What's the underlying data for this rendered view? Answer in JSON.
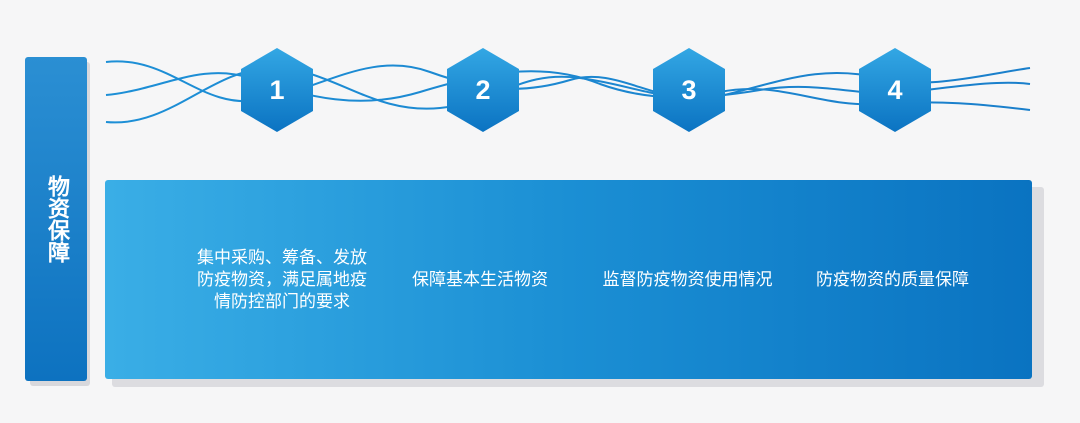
{
  "side_title": "物资保障",
  "steps": [
    {
      "number": "1",
      "text": "集中采购、筹备、发放防疫物资，满足属地疫情防控部门的要求"
    },
    {
      "number": "2",
      "text": "保障基本生活物资"
    },
    {
      "number": "3",
      "text": "监督防疫物资使用情况"
    },
    {
      "number": "4",
      "text": "防疫物资的质量保障"
    }
  ],
  "colors": {
    "primary": "#1b8fd4",
    "primary_dark": "#0a73c1",
    "primary_light": "#3aaee6",
    "background": "#f6f6f7",
    "text_on_primary": "#ffffff"
  }
}
